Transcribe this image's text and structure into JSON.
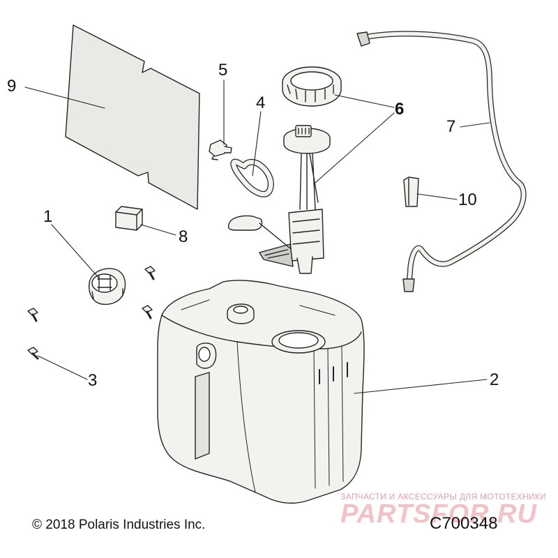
{
  "callouts": {
    "c1": "1",
    "c2": "2",
    "c3": "3",
    "c4": "4",
    "c5": "5",
    "c6": "6",
    "c7": "7",
    "c8": "8",
    "c9": "9",
    "c10": "10"
  },
  "footer": {
    "copyright": "© 2018 Polaris Industries Inc.",
    "diagram_code": "C700348"
  },
  "watermark": {
    "tagline": "ЗАПЧАСТИ И АКСЕССУАРЫ ДЛЯ МОТОТЕХНИКИ",
    "brand": "PARTSFOR.RU"
  },
  "colors": {
    "line": "#222222",
    "part_fill": "#f2f2ef",
    "shade": "#d9d9d4",
    "watermark": "#f2b8be"
  }
}
